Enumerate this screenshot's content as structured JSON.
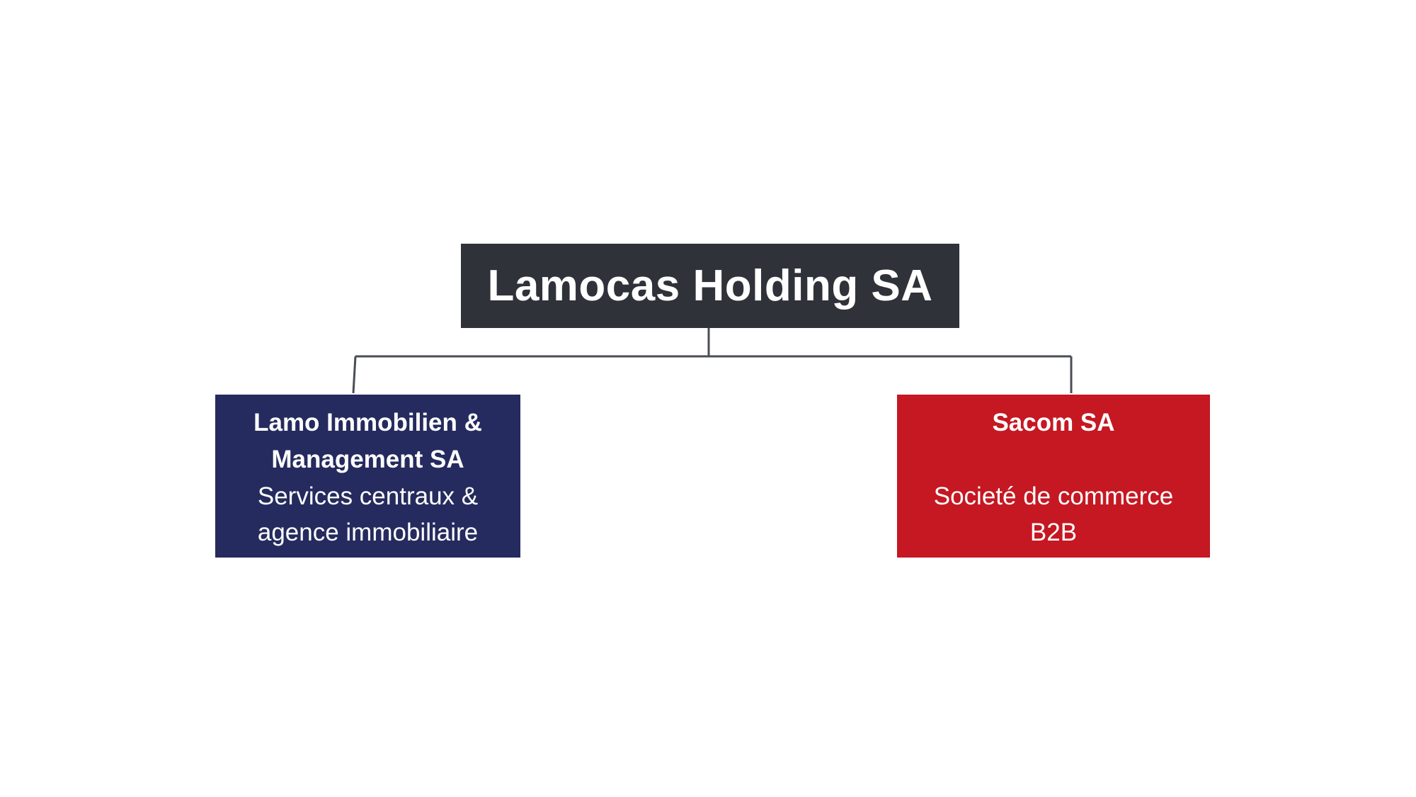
{
  "org_chart": {
    "root": {
      "title": "Lamocas Holding SA",
      "color": "#30323a"
    },
    "children": [
      {
        "title": "Lamo Immobilien &\nManagement SA",
        "description": "Services centraux &\nagence immobiliaire",
        "color": "#252b5e"
      },
      {
        "title": "Sacom SA",
        "description": "Societé de commerce\nB2B",
        "color": "#c51822"
      }
    ],
    "connector_color": "#4a4d55"
  }
}
